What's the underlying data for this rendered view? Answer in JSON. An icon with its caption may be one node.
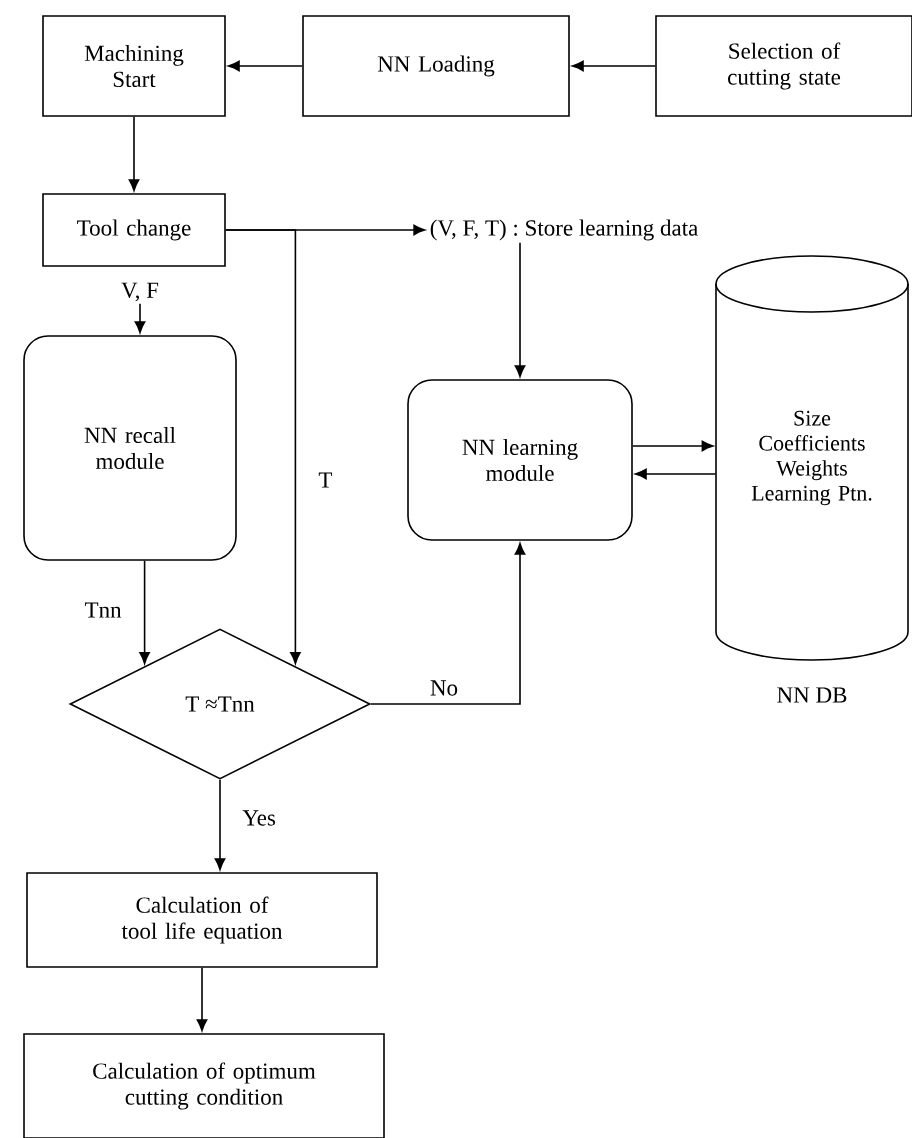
{
  "diagram": {
    "nodes": [
      {
        "text": [
          "Machining Start"
        ]
      },
      {
        "text": [
          "NN Loading"
        ]
      },
      {
        "text": [
          "Selection of cutting state"
        ]
      },
      {
        "text": [
          "Tool change"
        ]
      },
      {
        "text": [
          "(V, F, T) : Store learning data"
        ]
      },
      {
        "text": [
          "V, F"
        ]
      },
      {
        "text": [
          "NN recall module"
        ]
      },
      {
        "text": [
          "NN learning module"
        ]
      },
      {
        "text": [
          "Size Coefficients Weights Learning Ptn."
        ],
        "beside": [
          "NN DB"
        ]
      },
      {
        "text": [
          "T ≈Tnn"
        ]
      },
      {
        "text": [
          "Calculation of tool life equation"
        ]
      },
      {
        "text": [
          "Calculation of optimum cutting condition"
        ]
      }
    ],
    "edges": [
      {
        "from": 2,
        "to": 1,
        "arrow": "to"
      },
      {
        "from": 1,
        "to": 0,
        "arrow": "to"
      },
      {
        "from": 0,
        "to": 3,
        "arrow": "to"
      },
      {
        "from": 3,
        "to": 4,
        "arrow": "to"
      },
      {
        "from": 3,
        "to": 9,
        "arrow": "to",
        "label": "T"
      },
      {
        "from": 4,
        "to": 7,
        "arrow": "to"
      },
      {
        "from": 5,
        "to": 6,
        "arrow": "to"
      },
      {
        "from": 6,
        "to": 9,
        "arrow": "to",
        "label": "Tnn"
      },
      {
        "from": 9,
        "to": 7,
        "arrow": "to",
        "label": "No"
      },
      {
        "from": 7,
        "to": 8,
        "arrow": "to"
      },
      {
        "from": 8,
        "to": 7,
        "arrow": "to"
      },
      {
        "from": 9,
        "to": 10,
        "arrow": "to",
        "label": "Yes"
      },
      {
        "from": 10,
        "to": 11,
        "arrow": "to"
      }
    ]
  }
}
